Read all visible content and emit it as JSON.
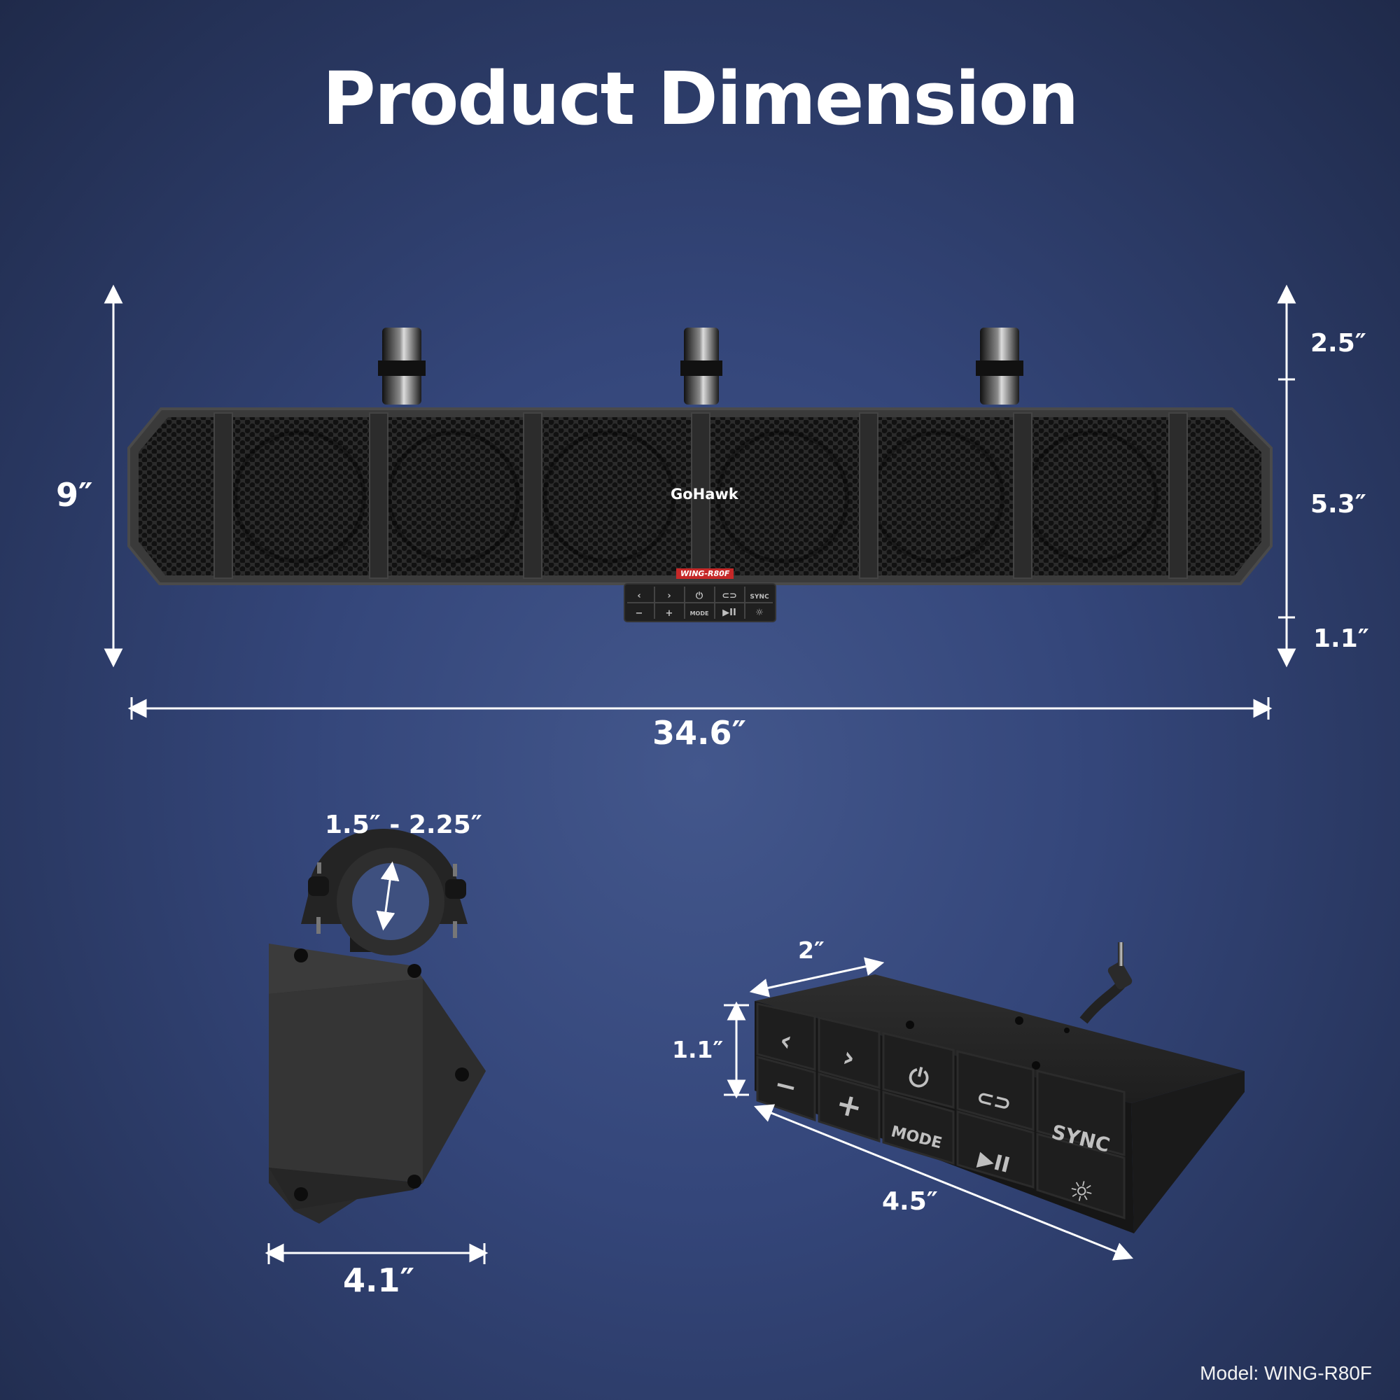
{
  "title": "Product Dimension",
  "speaker": {
    "brand_logo": "GoHawk",
    "model_badge": "WING-R80F",
    "overall_height": "9″",
    "overall_width": "34.6″",
    "clamp_height": "2.5″",
    "body_height": "5.3″",
    "controller_height": "1.1″"
  },
  "clamp": {
    "diameter_range": "1.5″ - 2.25″",
    "width": "4.1″"
  },
  "controller": {
    "depth": "2″",
    "height": "1.1″",
    "length": "4.5″",
    "buttons": {
      "prev": "‹",
      "next": "›",
      "power": "⏻",
      "link": "⊂⊃",
      "sync": "SYNC",
      "minus": "−",
      "plus": "+",
      "mode": "MODE",
      "play_pause": "▶II",
      "light": "☼"
    }
  },
  "model_label": "Model: WING-R80F",
  "colors": {
    "background": "#34467a",
    "speaker_body": "#3a3a3a",
    "grille": "#1c1c1c",
    "badge_red": "#c62828",
    "dimension_lines": "#ffffff"
  }
}
